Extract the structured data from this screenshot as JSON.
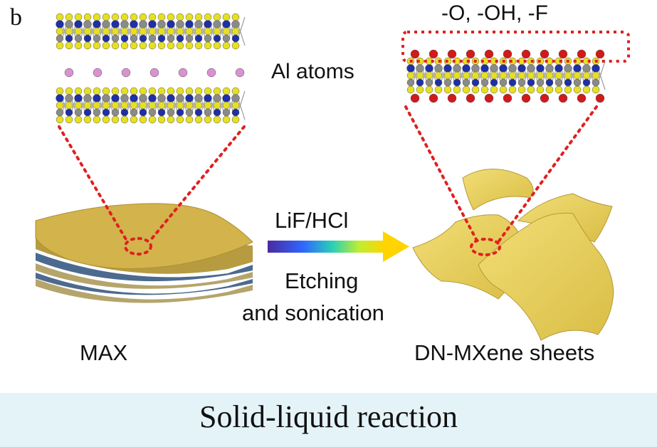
{
  "figure": {
    "panel_letter": "b",
    "intercalant_label": "Al atoms",
    "termination_label": "-O, -OH, -F",
    "reagent_label": "LiF/HCl",
    "process_line1": "Etching",
    "process_line2": "and sonication",
    "precursor_label": "MAX",
    "product_label": "DN-MXene sheets"
  },
  "footer": {
    "title": "Solid-liquid reaction"
  },
  "colors": {
    "max_block": "#d2b34c",
    "sheet": "#e8cf5e",
    "zoom_lines": "#e02020",
    "atom_sulfur_yellow": "#e6e021",
    "atom_metal_blue": "#1e2fa8",
    "atom_grey": "#8a8a8a",
    "atom_al_pink": "#d992d0",
    "atom_termination_red": "#d21a1a",
    "footer_bg": "#e4f3f8"
  },
  "icons": [
    "atomic-layer-model-icon",
    "max-block-icon",
    "mxene-sheet-icon",
    "gradient-arrow-icon"
  ]
}
